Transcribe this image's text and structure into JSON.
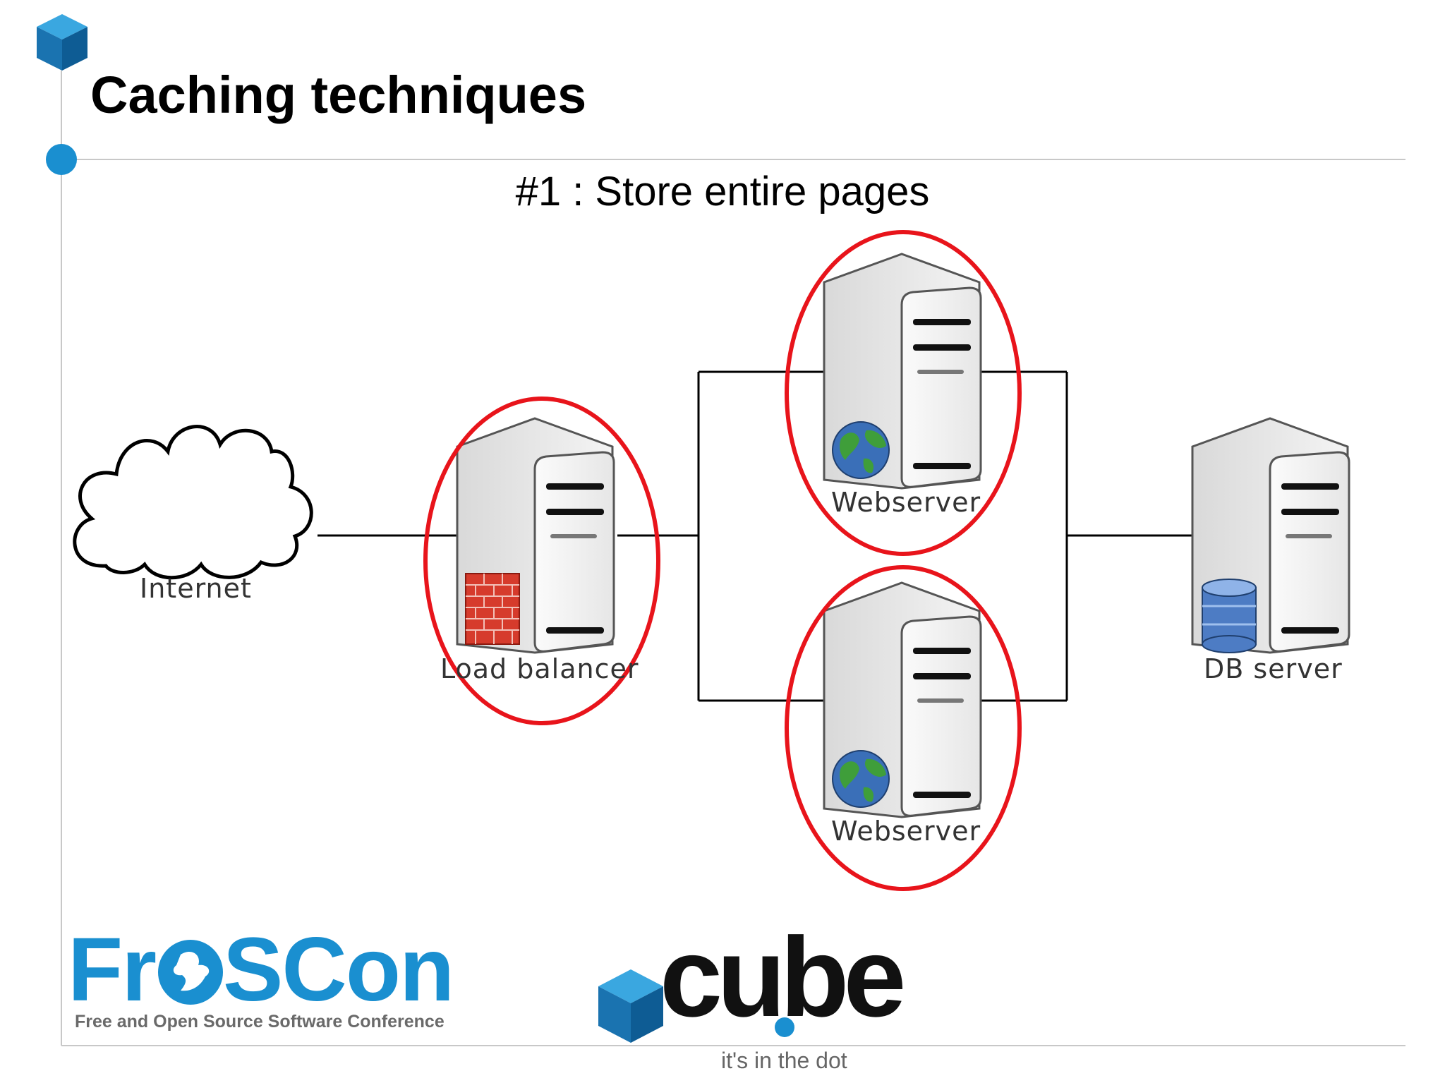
{
  "slide": {
    "title": "Caching techniques",
    "subtitle": "#1 : Store entire pages"
  },
  "diagram": {
    "nodes": [
      {
        "id": "internet",
        "label": "Internet",
        "icon": "cloud-icon",
        "highlighted": false
      },
      {
        "id": "load-balancer",
        "label": "Load balancer",
        "icon": "firewall-brick-icon",
        "highlighted": true
      },
      {
        "id": "webserver-1",
        "label": "Webserver",
        "icon": "globe-icon",
        "highlighted": true
      },
      {
        "id": "webserver-2",
        "label": "Webserver",
        "icon": "globe-icon",
        "highlighted": true
      },
      {
        "id": "db-server",
        "label": "DB server",
        "icon": "database-icon",
        "highlighted": false
      }
    ],
    "edges": [
      [
        "internet",
        "load-balancer"
      ],
      [
        "load-balancer",
        "webserver-1"
      ],
      [
        "load-balancer",
        "webserver-2"
      ],
      [
        "webserver-1",
        "db-server"
      ],
      [
        "webserver-2",
        "db-server"
      ]
    ],
    "highlight_color": "#e8141b"
  },
  "logos": {
    "froscon": {
      "name": "FrOSCon",
      "tagline": "Free and Open Source Software Conference",
      "color": "#1a8fd0"
    },
    "cube": {
      "name": "cube",
      "tagline": "it's in the dot",
      "color": "#1a8fd0"
    }
  },
  "theme": {
    "accent": "#1a8fd0",
    "rule": "#c8c8c8"
  }
}
